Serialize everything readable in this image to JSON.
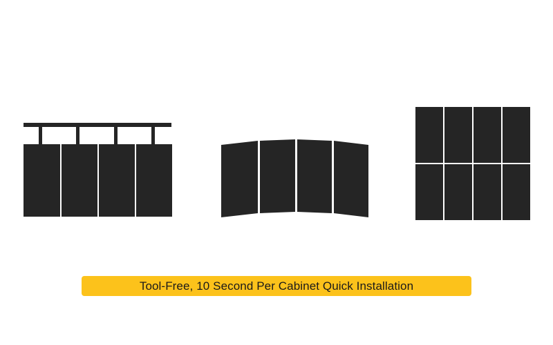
{
  "colors": {
    "background": "#ffffff",
    "panel": "#252525",
    "seam": "#ffffff",
    "banner": "#fcc21b",
    "banner_text": "#1a1a1a"
  },
  "layouts": [
    {
      "id": "hanging-frame",
      "icon": "hanging-cabinets-frame-icon",
      "cabinet_count": 4
    },
    {
      "id": "curved-wall",
      "icon": "curved-cabinet-wall-icon",
      "cabinet_count": 4
    },
    {
      "id": "stacked-grid",
      "icon": "stacked-cabinet-grid-icon",
      "cabinet_count": 8
    }
  ],
  "caption": "Tool-Free, 10 Second Per Cabinet Quick Installation"
}
